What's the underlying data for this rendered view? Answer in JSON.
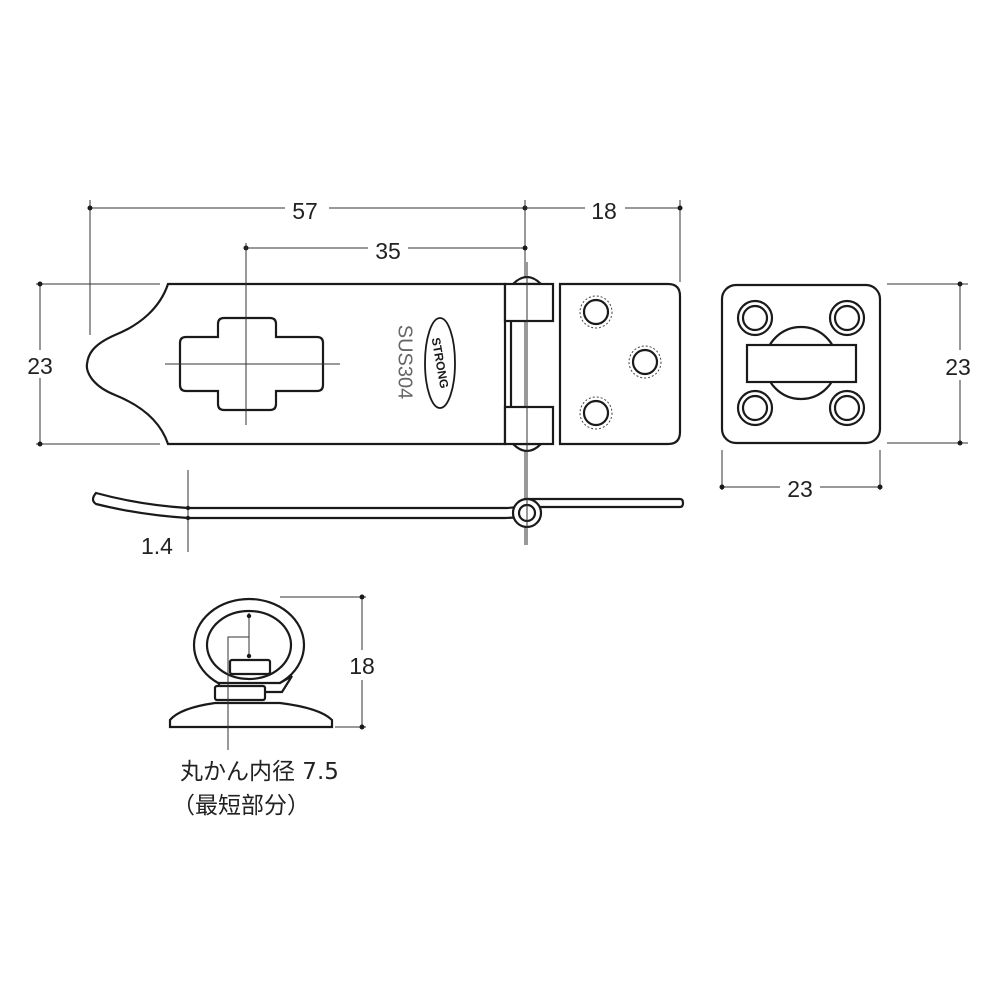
{
  "dimensions": {
    "hasp_length": "57",
    "hinge_leaf_length": "18",
    "slot_to_pin": "35",
    "hasp_width": "23",
    "thickness": "1.4",
    "staple_height_side": "23",
    "staple_width": "23",
    "staple_projection": "18"
  },
  "markings": {
    "material": "SUS304",
    "logo": "STRONG"
  },
  "note": {
    "line1": "丸かん内径 7.5",
    "line2": "（最短部分）"
  }
}
